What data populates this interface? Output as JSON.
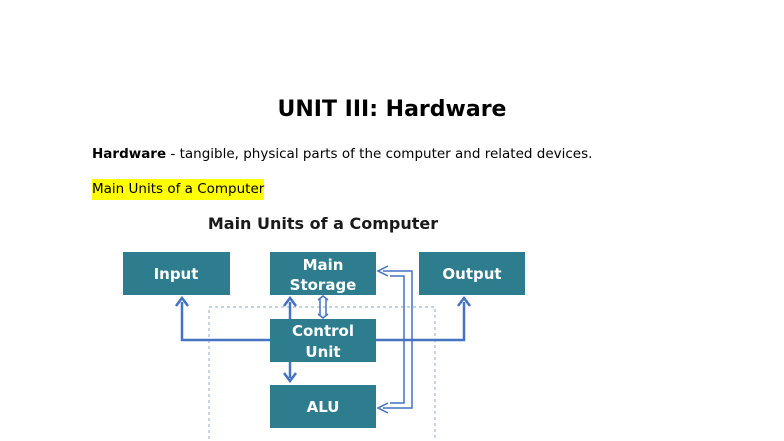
{
  "heading": "UNIT III: Hardware",
  "definition": {
    "term": "Hardware",
    "text": " - tangible, physical parts of the computer and related devices."
  },
  "subheading": "Main Units of a Computer",
  "diagram": {
    "title": "Main Units of a Computer",
    "box_color": "#2e7d8f",
    "arrow_color": "#4472c4",
    "input": "Input",
    "storage_1": "Main",
    "storage_2": "Storage",
    "output": "Output",
    "control_1": "Control",
    "control_2": "Unit",
    "alu": "ALU"
  }
}
